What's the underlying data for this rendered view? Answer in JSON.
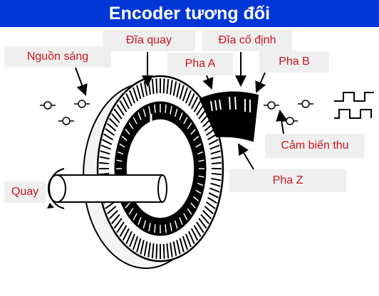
{
  "title": "Encoder tương đối",
  "labels": {
    "rotating_disk": "Đĩa quay",
    "light_source": "Nguồn sáng",
    "fixed_disk": "Đĩa cố định",
    "phase_a": "Pha A",
    "phase_b": "Pha B",
    "sensor": "Cảm biến thu",
    "phase_z": "Pha Z",
    "rotation": "Quay"
  },
  "colors": {
    "title_bg": "#0036d6",
    "title_text": "#ffffff",
    "label_text": "#c8141d",
    "label_bg": "#efefef"
  }
}
